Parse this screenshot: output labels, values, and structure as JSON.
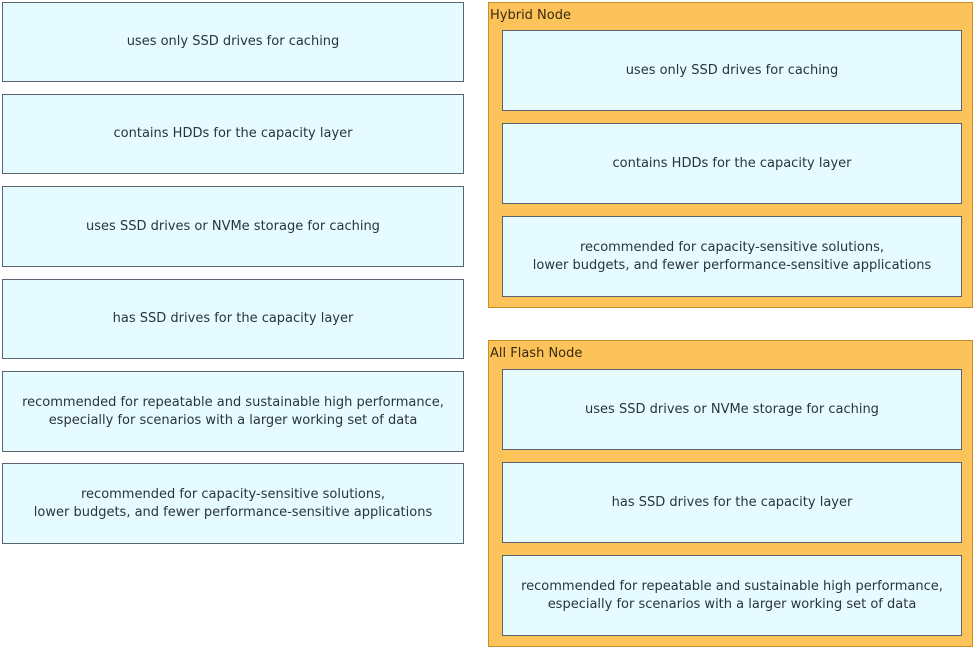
{
  "source_items": [
    "uses only SSD drives for caching",
    "contains HDDs for the capacity layer",
    "uses SSD drives or NVMe storage for caching",
    "has SSD drives for the capacity layer",
    "recommended for repeatable and sustainable high performance,\nespecially for scenarios with a larger working set of data",
    "recommended for capacity-sensitive solutions,\nlower budgets, and fewer performance-sensitive applications"
  ],
  "targets": [
    {
      "title": "Hybrid Node",
      "items": [
        "uses only SSD drives for caching",
        "contains HDDs for the capacity layer",
        "recommended for capacity-sensitive solutions,\nlower budgets, and fewer performance-sensitive applications"
      ]
    },
    {
      "title": "All Flash Node",
      "items": [
        "uses SSD drives or NVMe storage for caching",
        "has SSD drives for the capacity layer",
        "recommended for repeatable and sustainable high performance,\nespecially for scenarios with a larger working set of data"
      ]
    }
  ]
}
